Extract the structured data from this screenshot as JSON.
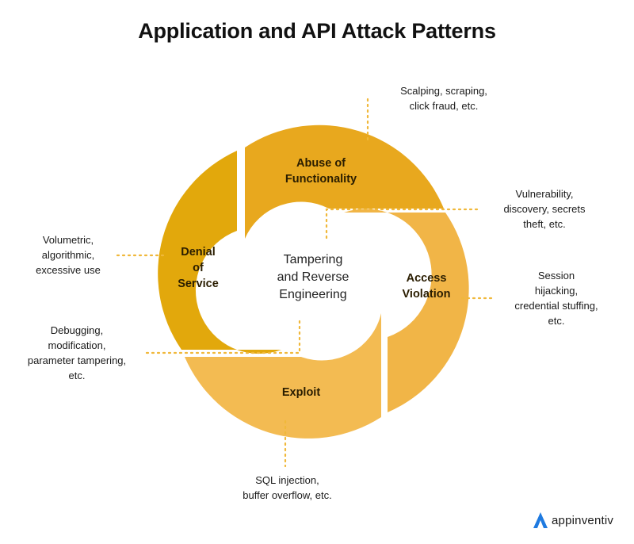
{
  "title": "Application and API Attack Patterns",
  "center": {
    "label": "Tampering\nand Reverse\nEngineering"
  },
  "segments": {
    "abuse": {
      "label": "Abuse of\nFunctionality",
      "color": "#e8a81e"
    },
    "access": {
      "label": "Access\nViolation",
      "color": "#f1b547"
    },
    "exploit": {
      "label": "Exploit",
      "color": "#f3bb52"
    },
    "denial": {
      "label": "Denial\nof\nService",
      "color": "#e2a80c"
    }
  },
  "notes": {
    "abuse": "Scalping, scraping,\nclick fraud, etc.",
    "vulnerability": "Vulnerability,\ndiscovery, secrets\ntheft, etc.",
    "session": "Session\nhijacking,\ncredential stuffing,\netc.",
    "sql": "SQL injection,\nbuffer overflow, etc.",
    "debugging": "Debugging,\nmodification,\nparameter tampering,\netc.",
    "volumetric": "Volumetric,\nalgorithmic,\nexcessive use"
  },
  "connector_color": "#f0b83a",
  "brand": {
    "name": "appinventiv",
    "icon": "appinventiv-logo-icon",
    "color": "#1f7ae0"
  }
}
